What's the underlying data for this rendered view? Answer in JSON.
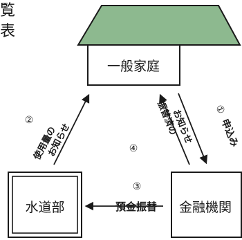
{
  "header": {
    "cut_char_top": "覧",
    "cut_char_bottom": "表"
  },
  "nodes": {
    "household": "一般家庭",
    "water_dept": "水道部",
    "bank": "金融機関"
  },
  "flows": {
    "step1": {
      "number": "①",
      "label": "申込み"
    },
    "step2": {
      "number": "②",
      "label_line1": "使用量の",
      "label_line2": "お知らせ"
    },
    "step3": {
      "number": "③",
      "label": "預金振替"
    },
    "step4": {
      "number": "④",
      "label_line1": "振替済の",
      "label_line2": "お知らせ"
    }
  },
  "colors": {
    "roof": "#8db98f",
    "line": "#1a1a1a"
  }
}
